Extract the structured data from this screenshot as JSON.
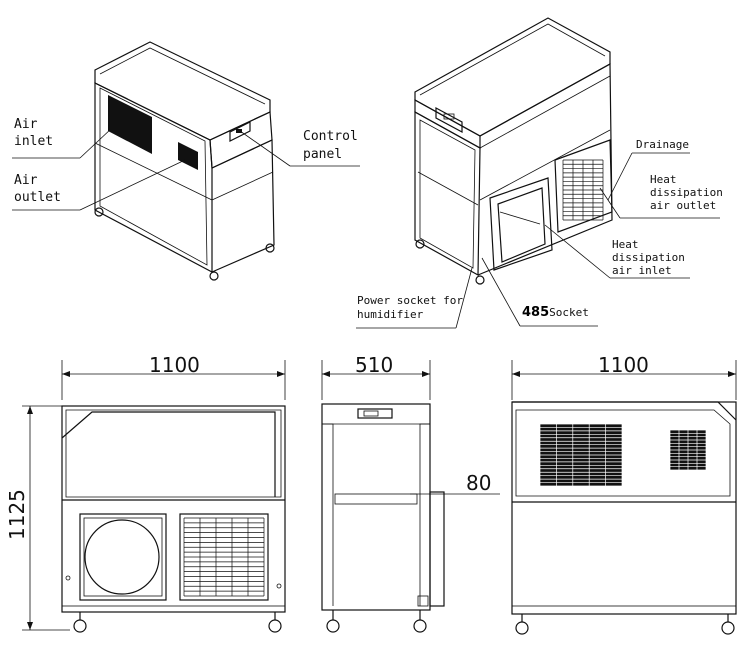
{
  "iso_front": {
    "air_inlet": "Air\ninlet",
    "air_outlet": "Air\noutlet",
    "control_panel": "Control\npanel"
  },
  "iso_back": {
    "drainage": "Drainage",
    "heat_dissipation_air_outlet": "Heat\ndissipation\nair outlet",
    "heat_dissipation_air_inlet": "Heat\ndissipation\nair inlet",
    "power_socket": "Power socket for\nhumidifier",
    "socket_485_number": "485",
    "socket_485_word": "Socket"
  },
  "dimensions": {
    "front_width": "1100",
    "height": "1125",
    "side_depth": "510",
    "side_protrusion": "80",
    "back_width": "1100"
  }
}
